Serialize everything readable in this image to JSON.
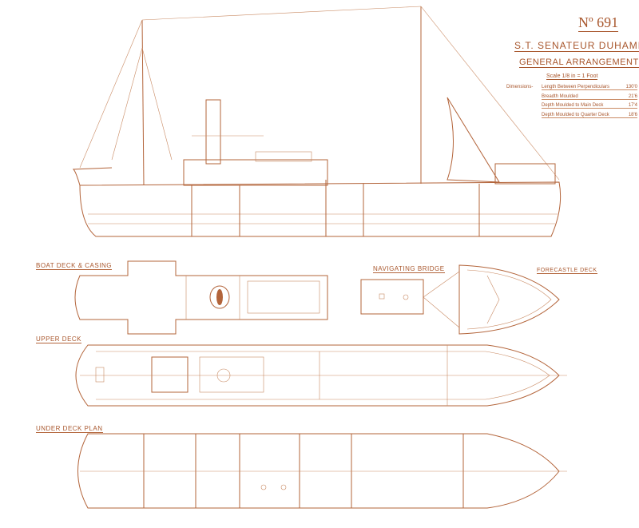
{
  "title_block": {
    "number": "Nº 691",
    "ship_name": "S.T. SENATEUR DUHAMEL",
    "drawing_title": "GENERAL ARRANGEMENT",
    "scale": "Scale 1/8 in = 1 Foot",
    "dimensions_label": "Dimensions-",
    "dimensions": [
      {
        "label": "Length Between Perpendiculars",
        "value": "130'0"
      },
      {
        "label": "Breadth Moulded",
        "value": "21'6"
      },
      {
        "label": "Depth Moulded to Main Deck",
        "value": "17'4"
      },
      {
        "label": "Depth Moulded to Quarter Deck",
        "value": "18'6"
      }
    ]
  },
  "views": {
    "boat_deck": "Boat Deck & Casing",
    "navigating_bridge": "Navigating Bridge",
    "forecastle_deck": "Forecastle Deck",
    "upper_deck": "Upper Deck",
    "under_deck": "Under Deck Plan"
  },
  "colors": {
    "ink": "#b3643a",
    "paper": "#ffffff"
  }
}
